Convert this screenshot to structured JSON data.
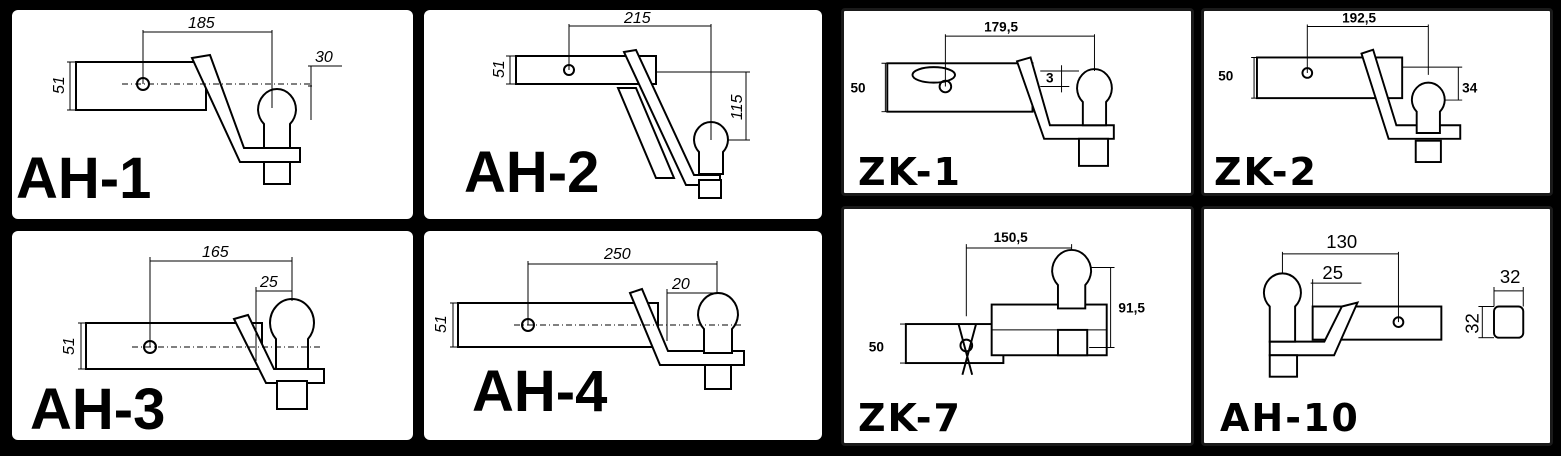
{
  "panels": [
    {
      "id": "ah1",
      "code": "AH-1",
      "dims": [
        "185",
        "30",
        "51"
      ]
    },
    {
      "id": "ah2",
      "code": "AH-2",
      "dims": [
        "215",
        "51",
        "115"
      ]
    },
    {
      "id": "ah3",
      "code": "AH-3",
      "dims": [
        "165",
        "25",
        "51"
      ]
    },
    {
      "id": "ah4",
      "code": "AH-4",
      "dims": [
        "250",
        "20",
        "51"
      ]
    },
    {
      "id": "zk1",
      "code": "ZK-1",
      "dims": [
        "179,5",
        "50",
        "3"
      ]
    },
    {
      "id": "zk2",
      "code": "ZK-2",
      "dims": [
        "192,5",
        "50",
        "34"
      ]
    },
    {
      "id": "zk7",
      "code": "ZK-7",
      "dims": [
        "150,5",
        "91,5",
        "50"
      ]
    },
    {
      "id": "ah10",
      "code": "AH-10",
      "dims": [
        "130",
        "25",
        "32",
        "32"
      ]
    }
  ],
  "colors": {
    "background": "#000000",
    "panel": "#ffffff",
    "ink": "#000000"
  }
}
